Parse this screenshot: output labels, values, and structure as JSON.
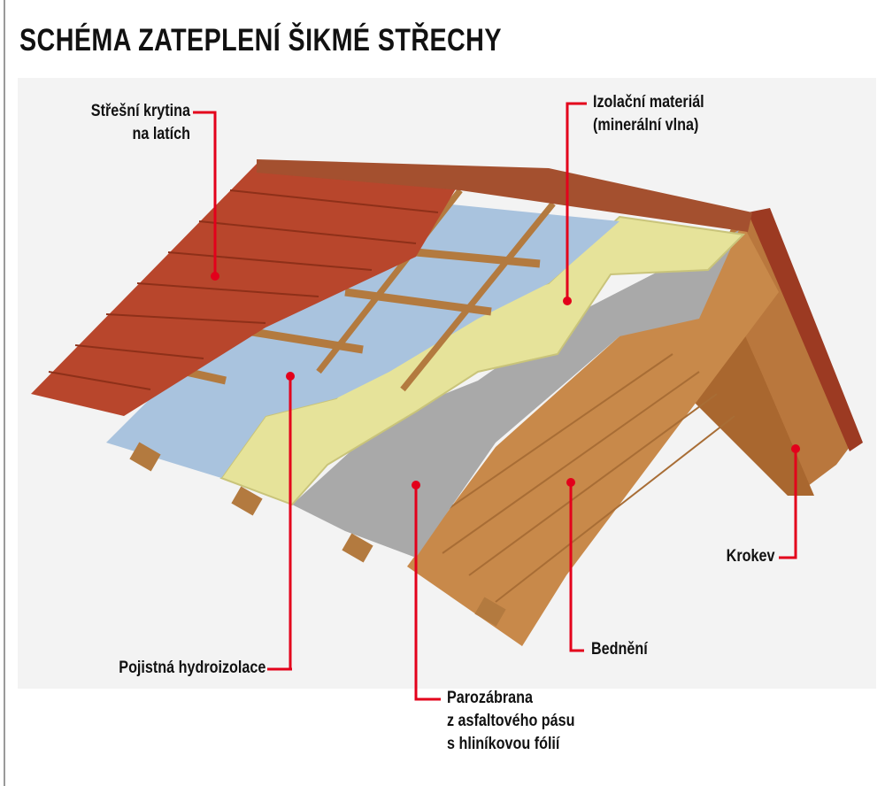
{
  "title": "SCHÉMA ZATEPLENÍ ŠIKMÉ STŘECHY",
  "labels": {
    "roofing": [
      "Střešní krytina",
      "na latích"
    ],
    "insulation": [
      "Izolační materiál",
      "(minerální vlna)"
    ],
    "membrane": [
      "Pojistná hydroizolace"
    ],
    "vapor_barrier": [
      "Parozábrana",
      "z asfaltového pásu",
      "s hliníkovou fólií"
    ],
    "boarding": [
      "Bednění"
    ],
    "rafter": [
      "Krokev"
    ]
  },
  "colors": {
    "leader": "#e3001b",
    "tile": "#b8462c",
    "foil": "#a9c3de",
    "insulation": "#e6e39a",
    "barrier": "#a9a9a9",
    "wood": "#c8894a"
  }
}
